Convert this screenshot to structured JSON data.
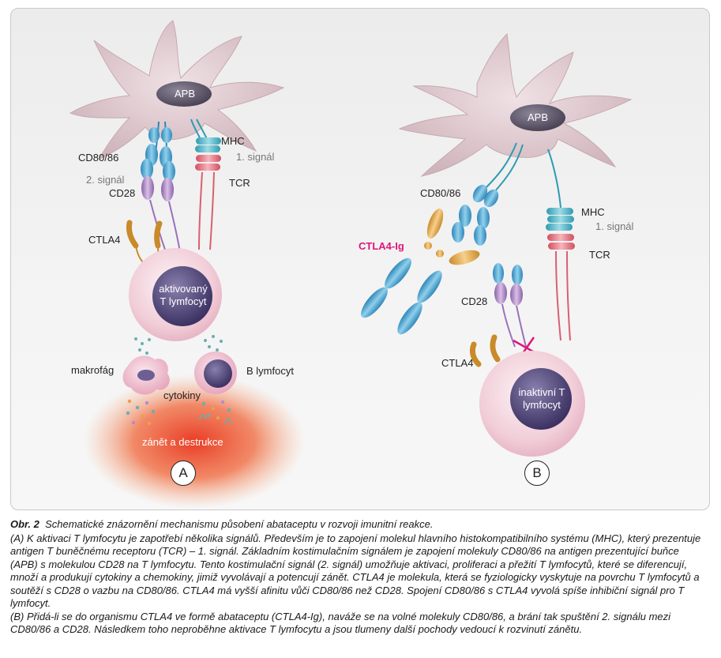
{
  "diagram": {
    "panel_a": {
      "cell_apb": "APB",
      "label_cd80": "CD80/86",
      "label_signal2": "2. signál",
      "label_cd28": "CD28",
      "label_mhc": "MHC",
      "label_signal1": "1. signál",
      "label_tcr": "TCR",
      "label_ctla4": "CTLA4",
      "t_cell_line1": "aktivovaný",
      "t_cell_line2": "T lymfocyt",
      "label_macrophage": "makrofág",
      "label_b_cell": "B lymfocyt",
      "label_cytokines": "cytokiny",
      "label_inflammation": "zánět a destrukce",
      "panel_letter": "A"
    },
    "panel_b": {
      "cell_apb": "APB",
      "label_cd80": "CD80/86",
      "label_ctla4_ig": "CTLA4-Ig",
      "label_mhc": "MHC",
      "label_signal1": "1. signál",
      "label_tcr": "TCR",
      "label_cd28": "CD28",
      "label_ctla4": "CTLA4",
      "t_cell_line1": "inaktivní T",
      "t_cell_line2": "lymfocyt",
      "panel_letter": "B"
    }
  },
  "caption": {
    "figure_number": "Obr. 2",
    "title": "Schematické znázornění mechanismu působení abataceptu v rozvoji imunitní reakce.",
    "paragraph_a": "(A) K aktivaci T lymfocytu je zapotřebí několika signálů. Především je to zapojení molekul hlavního histokompatibilního systému (MHC), který prezentuje antigen T buněčnému receptoru (TCR) – 1. signál. Základním kostimulačním signálem je zapojení molekuly CD80/86 na antigen prezentující buňce (APB) s molekulou CD28 na T lymfocytu. Tento kostimulační signál (2. signál) umožňuje aktivaci, proliferaci a přežití T lymfocytů, které se diferencují, množí a produkují cytokiny a chemokiny, jimiž vyvolávají a potencují zánět. CTLA4 je molekula, která se fyziologicky vyskytuje na povrchu T lymfocytů a soutěží s CD28 o vazbu na CD80/86. CTLA4 má vyšší afinitu vůči CD80/86 než CD28. Spojení CD80/86 s CTLA4 vyvolá spíše inhibiční signál pro T lymfocyt.",
    "paragraph_b": "(B) Přidá-li se do organismu CTLA4 ve formě abataceptu (CTLA4-Ig), naváže se na volné molekuly CD80/86, a brání tak spuštění 2. signálu mezi CD80/86 a CD28. Následkem toho neproběhne aktivace T lymfocytu a jsou tlumeny další pochody vedoucí k rozvinutí zánětu."
  },
  "colors": {
    "apc_cell": "#dcc6cc",
    "nucleus": "#5d5668",
    "t_cell": "#f3d8e0",
    "t_nucleus": "#4a4070",
    "cd80": "#56a9cf",
    "cd28": "#b48cc8",
    "mhc": "#5fb7c9",
    "tcr": "#e57a86",
    "ctla4": "#e0a84a",
    "inflammation": "#e8321a",
    "block_mark": "#e0167a"
  }
}
